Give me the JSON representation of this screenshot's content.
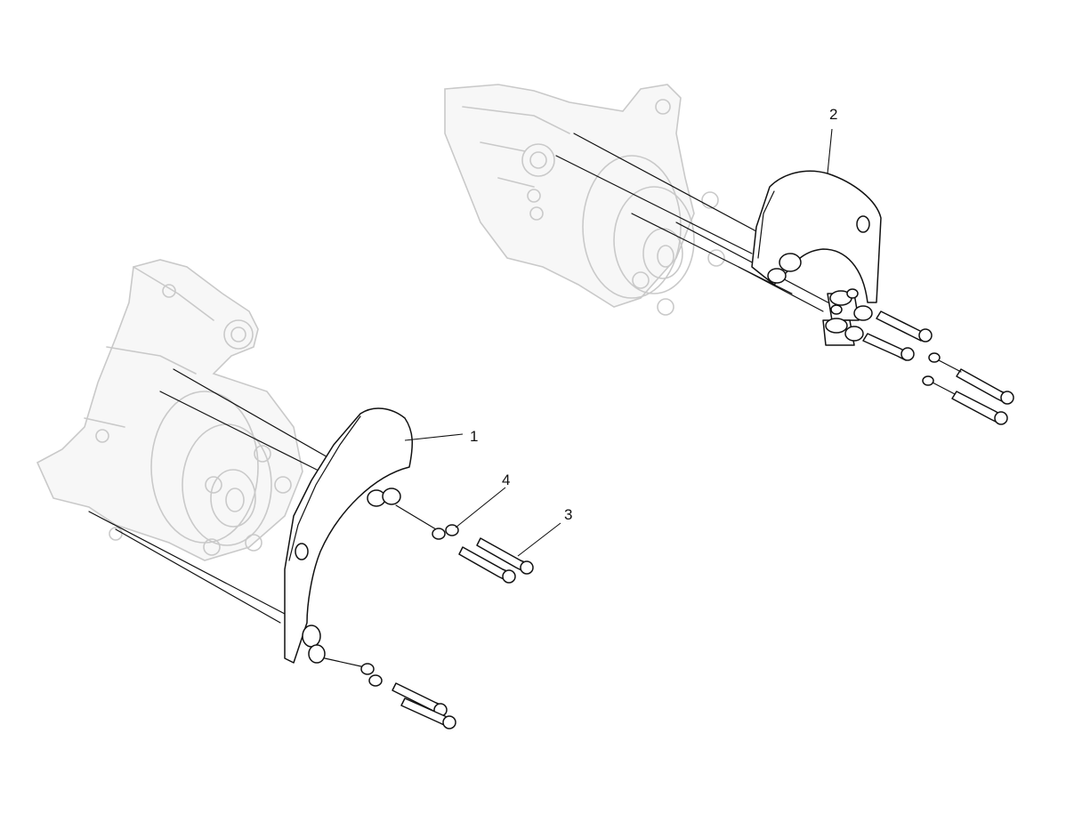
{
  "callouts": [
    {
      "id": "1",
      "label": "1"
    },
    {
      "id": "2",
      "label": "2"
    },
    {
      "id": "3",
      "label": "3"
    },
    {
      "id": "4",
      "label": "4"
    }
  ],
  "colors": {
    "line": "#111111",
    "ghost": "#c9c9c9",
    "background": "#ffffff"
  }
}
